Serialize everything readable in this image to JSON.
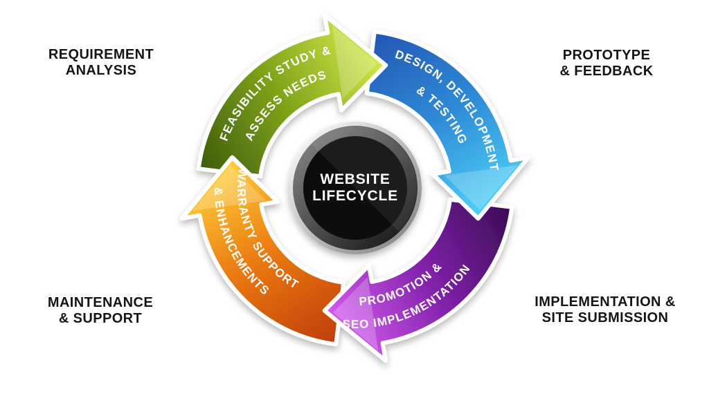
{
  "background_color": "#ffffff",
  "diagram": {
    "center": {
      "line1": "WEBSITE",
      "line2": "LIFECYCLE",
      "sphere_color": "#0a0a0a",
      "text_color": "#ffffff"
    },
    "stages": [
      {
        "id": "feasibility",
        "position": "top-left",
        "line1": "FEASIBILITY STUDY &",
        "line2": "ASSESS NEEDS",
        "color_dark": "#3e5b0d",
        "color_mid": "#7ea319",
        "color_bright": "#d3e84a"
      },
      {
        "id": "design",
        "position": "top-right",
        "line1": "DESIGN, DEVELOPMENT",
        "line2": "& TESTING",
        "color_dark": "#2356b4",
        "color_mid": "#2e8ad6",
        "color_bright": "#4ed2f7"
      },
      {
        "id": "promotion",
        "position": "bottom-right",
        "line1": "PROMOTION &",
        "line2": "SEO IMPLEMENTATION",
        "color_dark": "#3a0c53",
        "color_mid": "#8021aa",
        "color_bright": "#d65af0"
      },
      {
        "id": "warranty",
        "position": "bottom-left",
        "line1": "WARRANTY SUPPORT",
        "line2": "& ENHANCEMENTS",
        "color_dark": "#c03c0c",
        "color_mid": "#ec7d12",
        "color_bright": "#ffd23c"
      }
    ],
    "corner_labels": {
      "top_left": {
        "line1": "REQUIREMENT",
        "line2": "ANALYSIS"
      },
      "top_right": {
        "line1": "PROTOTYPE",
        "line2": "& FEEDBACK"
      },
      "bottom_left": {
        "line1": "MAINTENANCE",
        "line2": "& SUPPORT"
      },
      "bottom_right": {
        "line1": "IMPLEMENTATION &",
        "line2": "SITE SUBMISSION"
      },
      "text_color": "#151515"
    }
  }
}
